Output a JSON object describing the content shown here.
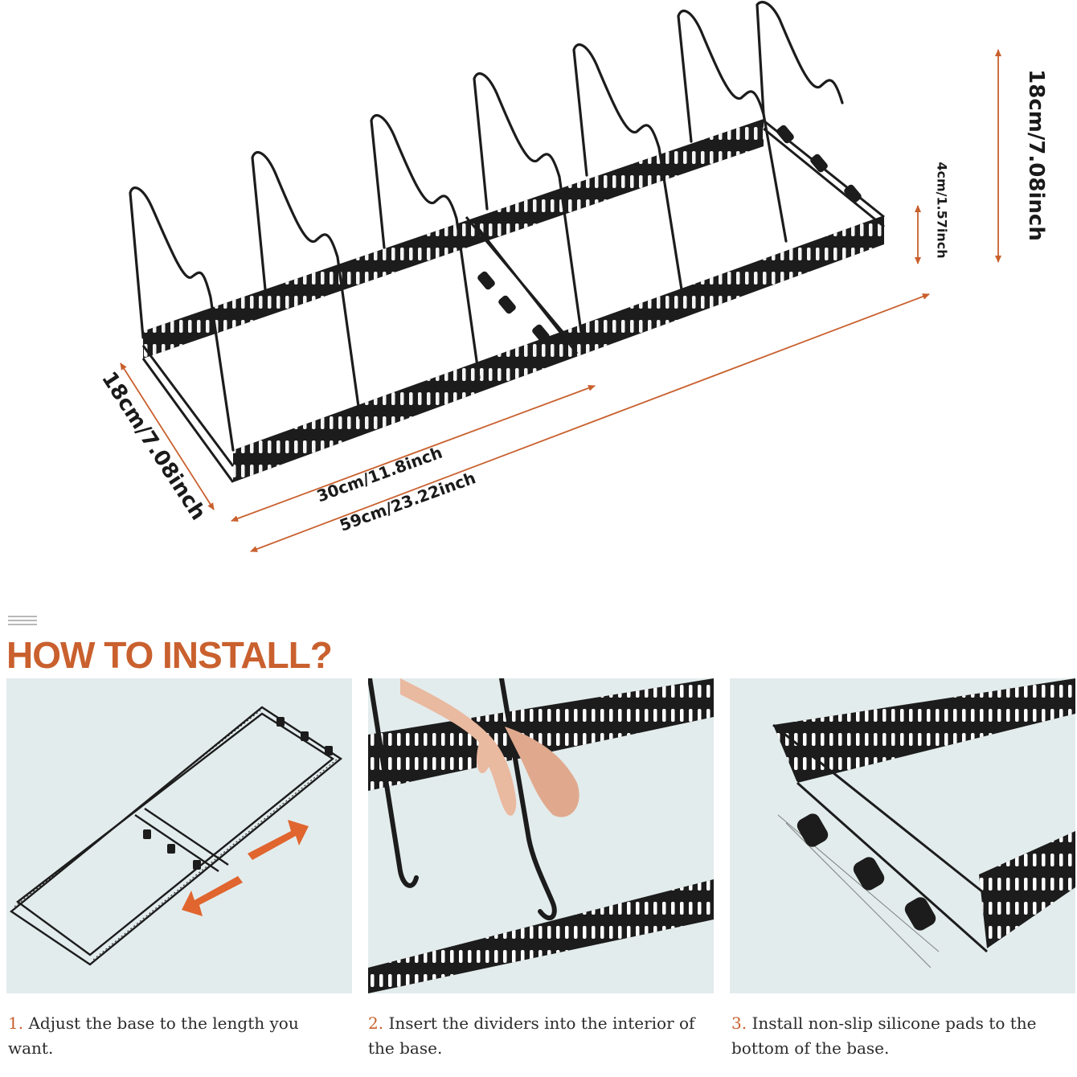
{
  "dimensions": {
    "height": "18cm/7.08inch",
    "side_height": "4cm/1.57inch",
    "depth": "18cm/7.08inch",
    "min_length": "30cm/11.8inch",
    "max_length": "59cm/23.22inch"
  },
  "install": {
    "title": "HOW TO INSTALL?",
    "steps": [
      {
        "number": "1.",
        "text": "Adjust the base to the length you want."
      },
      {
        "number": "2.",
        "text": "Insert the dividers into the interior of the base."
      },
      {
        "number": "3.",
        "text": "Install non-slip silicone pads to the bottom of the base."
      }
    ]
  },
  "colors": {
    "accent": "#c9602e",
    "metal": "#1c1c1c",
    "panel_bg": "#e3ecec"
  }
}
